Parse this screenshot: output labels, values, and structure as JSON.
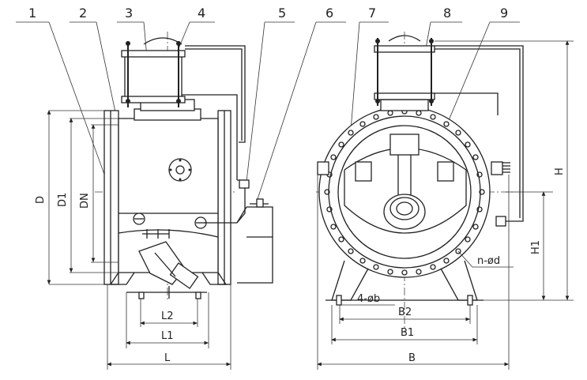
{
  "callouts": [
    "1",
    "2",
    "3",
    "4",
    "5",
    "6",
    "7",
    "8",
    "9"
  ],
  "dims": {
    "D": "D",
    "D1": "D1",
    "DN": "DN",
    "L": "L",
    "L1": "L1",
    "L2": "L2",
    "H": "H",
    "H1": "H1",
    "B": "B",
    "B1": "B1",
    "B2": "B2",
    "n_phi_d": "n-ød",
    "four_phi_b": "4-øb"
  }
}
